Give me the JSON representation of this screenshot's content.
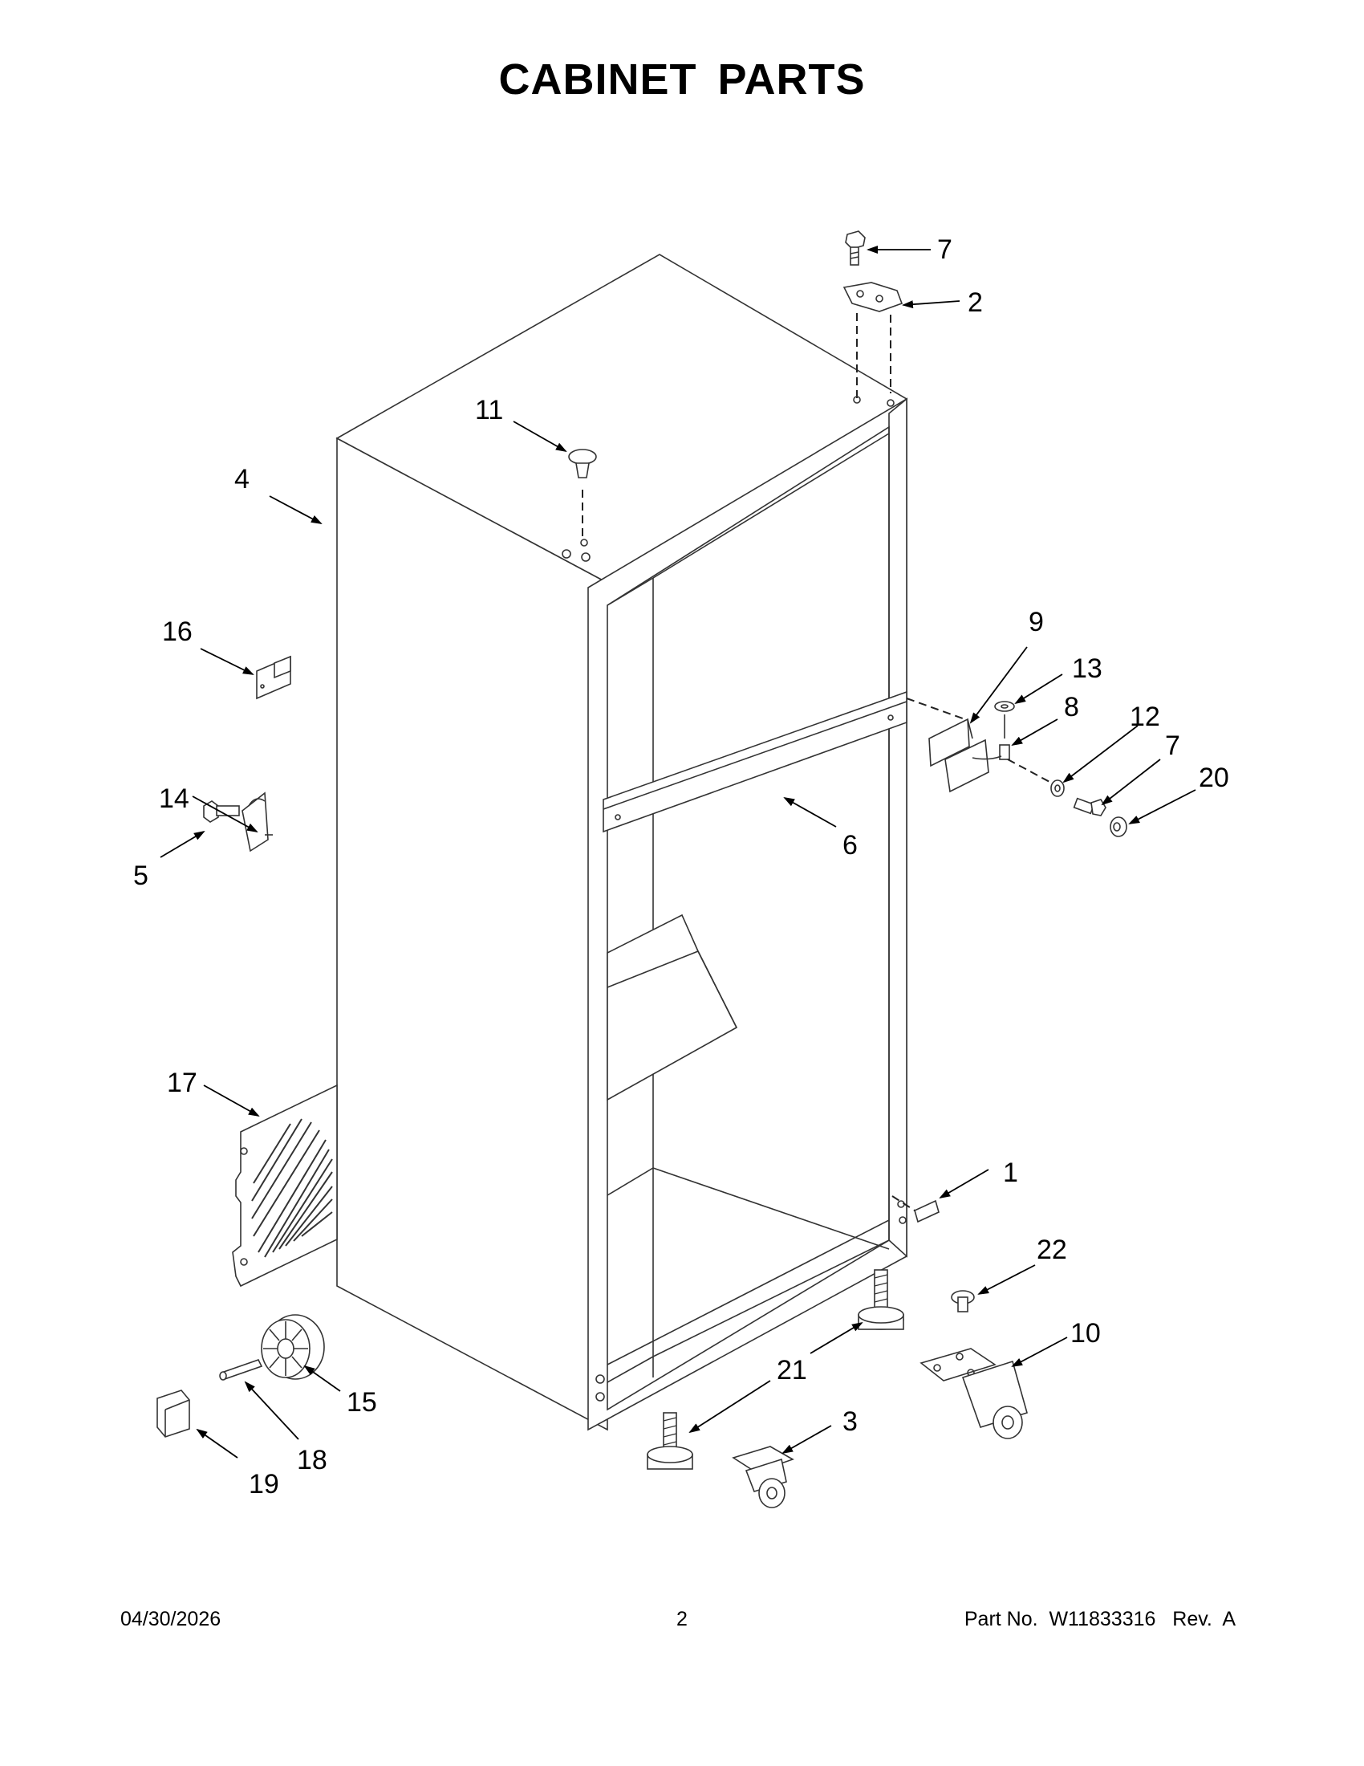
{
  "page": {
    "title": "CABINET PARTS"
  },
  "callouts": [
    {
      "id": "c7a",
      "label": "7"
    },
    {
      "id": "c2",
      "label": "2"
    },
    {
      "id": "c11",
      "label": "11"
    },
    {
      "id": "c4",
      "label": "4"
    },
    {
      "id": "c16",
      "label": "16"
    },
    {
      "id": "c9",
      "label": "9"
    },
    {
      "id": "c13",
      "label": "13"
    },
    {
      "id": "c8",
      "label": "8"
    },
    {
      "id": "c12",
      "label": "12"
    },
    {
      "id": "c7b",
      "label": "7"
    },
    {
      "id": "c20",
      "label": "20"
    },
    {
      "id": "c14",
      "label": "14"
    },
    {
      "id": "c5",
      "label": "5"
    },
    {
      "id": "c6",
      "label": "6"
    },
    {
      "id": "c17",
      "label": "17"
    },
    {
      "id": "c1",
      "label": "1"
    },
    {
      "id": "c22",
      "label": "22"
    },
    {
      "id": "c10",
      "label": "10"
    },
    {
      "id": "c21",
      "label": "21"
    },
    {
      "id": "c3",
      "label": "3"
    },
    {
      "id": "c15",
      "label": "15"
    },
    {
      "id": "c18",
      "label": "18"
    },
    {
      "id": "c19",
      "label": "19"
    }
  ],
  "footer": {
    "date": "04/30/2026",
    "page_number": "2",
    "part_info": "Part No.  W11833316   Rev.  A"
  }
}
